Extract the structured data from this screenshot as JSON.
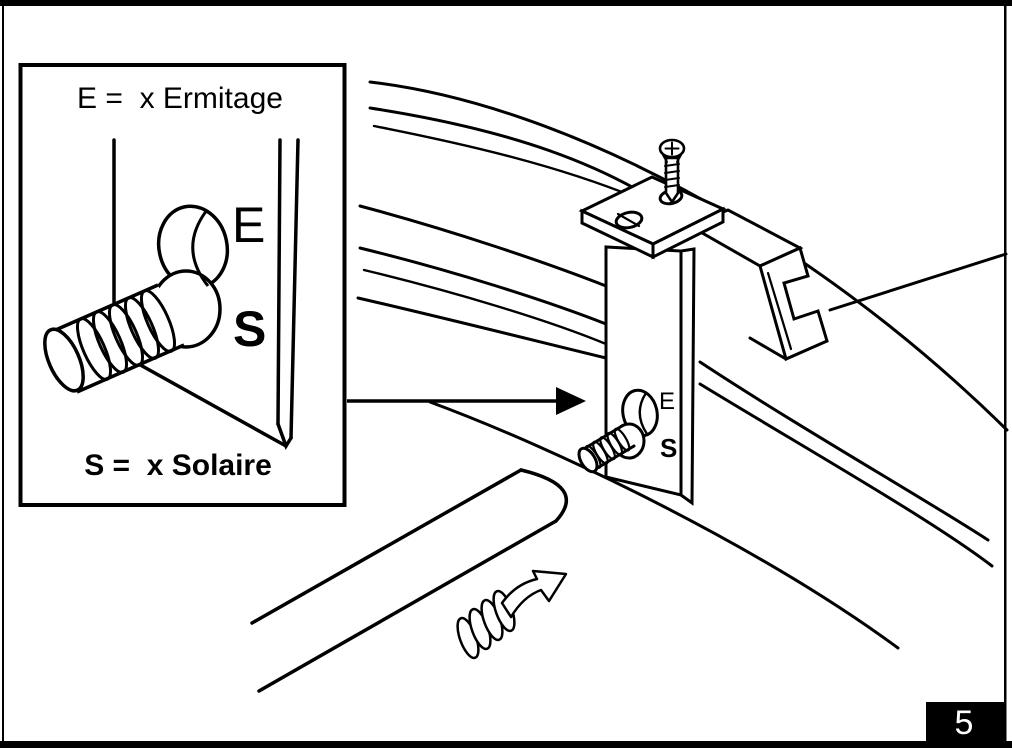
{
  "page": {
    "paper_color": "#ffffff",
    "ink_color": "#000000"
  },
  "legend_inset": {
    "top_label": "E =  x Ermitage",
    "bottom_label": "S =  x Solaire",
    "bolt_position_label_e": "E",
    "bolt_position_label_s": "S"
  },
  "assembly": {
    "bolt_position_label_e": "E",
    "bolt_position_label_s": "S"
  },
  "footer": {
    "page_number": "5"
  },
  "icons": {
    "callout_arrow": "right-arrow",
    "mounting_screw": "phillips-countersunk-screw",
    "legend_bolt": "keyhole-head-threaded-bolt",
    "bracket_bolt": "keyhole-head-threaded-bolt",
    "rotation_arrow": "screw-motion-bent-arrow",
    "spring_coil": "spiral-coil"
  }
}
